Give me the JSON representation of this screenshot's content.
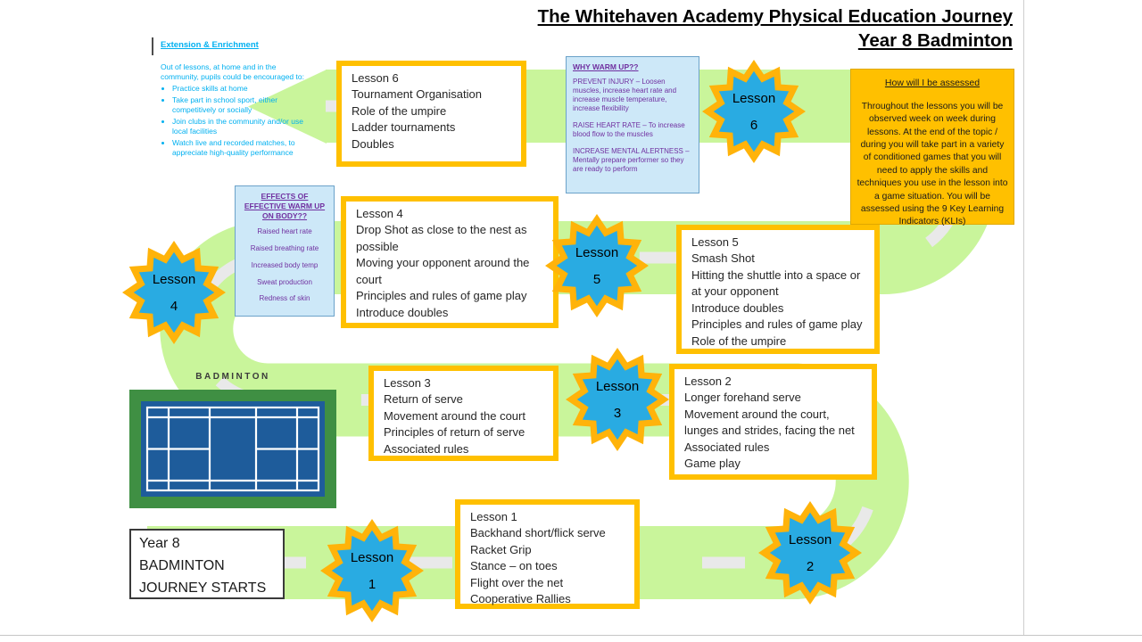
{
  "page": {
    "title_line1": "The Whitehaven Academy Physical Education Journey",
    "title_line2": "Year 8 Badminton"
  },
  "extension": {
    "heading": "Extension & Enrichment",
    "intro": "Out of lessons, at home and in the community, pupils could be encouraged to:",
    "bullets": [
      "Practice skills at home",
      "Take part in school sport, either competitively or socially",
      "Join clubs in the community and/or use local facilities",
      "Watch live and recorded matches, to appreciate high-quality performance"
    ]
  },
  "why_warm_up": {
    "heading": "WHY WARM UP??",
    "paragraphs": [
      "PREVENT INJURY – Loosen muscles, increase heart rate and increase muscle temperature, increase flexibility",
      "RAISE HEART RATE – To increase blood flow to the muscles",
      "INCREASE MENTAL ALERTNESS – Mentally prepare performer so they are ready to perform"
    ]
  },
  "effects": {
    "heading": "EFFECTS OF EFFECTIVE WARM UP ON BODY??",
    "items": [
      "Raised heart rate",
      "Raised breathing rate",
      "Increased body temp",
      "Sweat production",
      "Redness of skin"
    ]
  },
  "assessment": {
    "heading": "How will I be assessed",
    "body": "Throughout the lessons you will be observed week on week during lessons. At the end of the topic / during you will take part in a variety of conditioned games that you will need to apply the skills and techniques you use in the lesson into a game situation. You will be assessed using the 9 Key Learning Indicators (KLIs)"
  },
  "lessons": [
    {
      "title": "Lesson 1",
      "items": [
        "Backhand short/flick serve",
        "Racket Grip",
        "Stance – on toes",
        "Flight over the net",
        "Cooperative Rallies"
      ]
    },
    {
      "title": "Lesson 2",
      "items": [
        "Longer forehand serve",
        "Movement around the court, lunges and strides, facing the net",
        "Associated rules",
        "Game play"
      ]
    },
    {
      "title": "Lesson 3",
      "items": [
        "Return of serve",
        "Movement around the court",
        "Principles of return of serve",
        "Associated rules"
      ]
    },
    {
      "title": "Lesson 4",
      "items": [
        "Drop Shot as close to the nest as possible",
        "Moving your opponent around the court",
        "Principles and rules of game play",
        "Introduce doubles"
      ]
    },
    {
      "title": "Lesson 5",
      "items": [
        "Smash Shot",
        "Hitting the shuttle into a space or at your opponent",
        "Introduce doubles",
        "Principles and rules of game play",
        "Role of the umpire"
      ]
    },
    {
      "title": "Lesson 6",
      "items": [
        "Tournament Organisation",
        "Role of the umpire",
        "Ladder tournaments",
        "Doubles"
      ]
    }
  ],
  "badges": [
    {
      "label": "Lesson",
      "number": "1"
    },
    {
      "label": "Lesson",
      "number": "2"
    },
    {
      "label": "Lesson",
      "number": "3"
    },
    {
      "label": "Lesson",
      "number": "4"
    },
    {
      "label": "Lesson",
      "number": "5"
    },
    {
      "label": "Lesson",
      "number": "6"
    }
  ],
  "start_box": {
    "lines": [
      "Year 8",
      "BADMINTON",
      "JOURNEY STARTS"
    ]
  },
  "court": {
    "caption": "BADMINTON"
  },
  "colors": {
    "road_green": "#c9f59b",
    "road_dash": "#e9e9e9",
    "star_orange": "#ffb30a",
    "star_blue": "#29abe2",
    "box_border_orange": "#ffc000",
    "assessment_gold": "#ffc000",
    "info_blue_bg": "#cde8f8",
    "info_purple_text": "#7030a0",
    "extension_cyan": "#00b0f0",
    "court_frame_green": "#3f8f43",
    "court_blue": "#1e5c9b"
  }
}
